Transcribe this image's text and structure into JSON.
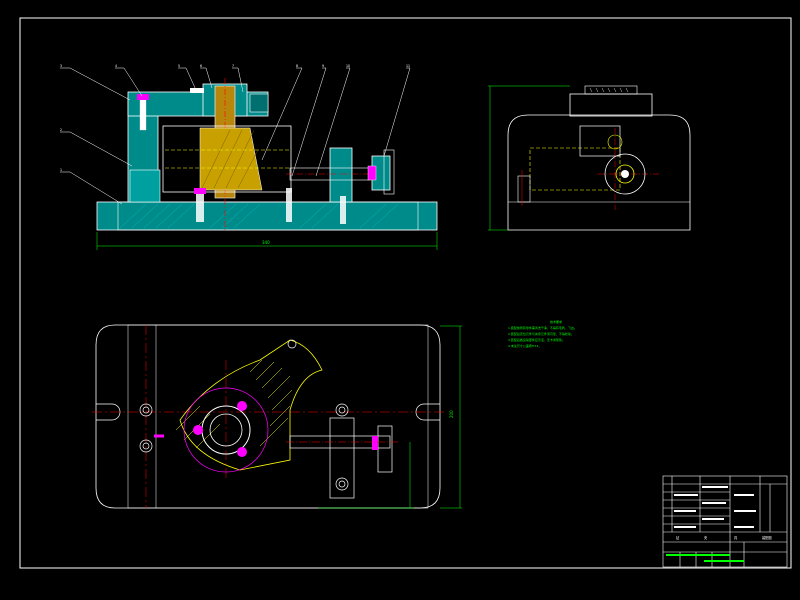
{
  "drawing": {
    "colors": {
      "background": "#000000",
      "outline": "#ffffff",
      "section_fill": "#008b8b",
      "hidden_line": "#ffff00",
      "center_line": "#ff0000",
      "dimension": "#00ff00",
      "highlight": "#ff00ff",
      "leader": "#ffffff"
    },
    "part_numbers": [
      "3",
      "4",
      "5",
      "6",
      "7",
      "8",
      "9",
      "10",
      "11",
      "2",
      "1"
    ],
    "notes": {
      "heading": "技术要求",
      "lines": [
        "1.装配前所有零件需清洗干净，不得有毛刺、飞边。",
        "2.装配后定位元件与夹紧元件须可靠，不得松动。",
        "3.装配后各运动部件应灵活，无卡滞现象。",
        "4.未注尺寸公差按IT12。"
      ]
    },
    "title_block": {
      "rows": [
        "",
        "",
        "",
        "",
        "",
        "",
        ""
      ],
      "labels": [
        "钻",
        "夹",
        "具",
        "装配图"
      ]
    }
  }
}
